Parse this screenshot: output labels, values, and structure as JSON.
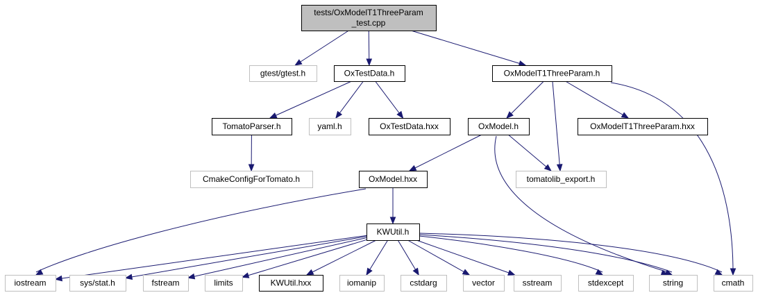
{
  "diagram": {
    "colors": {
      "edge": "#191970",
      "root_fill": "#bfbfbf",
      "root_border": "#000000",
      "local_border": "#000000",
      "external_border": "#bfbfbf",
      "node_fill": "#ffffff"
    },
    "nodes": [
      {
        "id": "root",
        "kind": "root",
        "lines": [
          "tests/OxModelT1ThreeParam",
          "_test.cpp"
        ]
      },
      {
        "id": "gtest",
        "kind": "external",
        "lines": [
          "gtest/gtest.h"
        ]
      },
      {
        "id": "oxtestdata_h",
        "kind": "local",
        "lines": [
          "OxTestData.h"
        ]
      },
      {
        "id": "oxmodelt1_h",
        "kind": "local",
        "lines": [
          "OxModelT1ThreeParam.h"
        ]
      },
      {
        "id": "tomatoparser",
        "kind": "local",
        "lines": [
          "TomatoParser.h"
        ]
      },
      {
        "id": "yaml",
        "kind": "external",
        "lines": [
          "yaml.h"
        ]
      },
      {
        "id": "oxtestdata_hxx",
        "kind": "local",
        "lines": [
          "OxTestData.hxx"
        ]
      },
      {
        "id": "oxmodel_h",
        "kind": "local",
        "lines": [
          "OxModel.h"
        ]
      },
      {
        "id": "oxmodelt1_hxx",
        "kind": "local",
        "lines": [
          "OxModelT1ThreeParam.hxx"
        ]
      },
      {
        "id": "cmakeconfig",
        "kind": "external",
        "lines": [
          "CmakeConfigForTomato.h"
        ]
      },
      {
        "id": "oxmodel_hxx",
        "kind": "local",
        "lines": [
          "OxModel.hxx"
        ]
      },
      {
        "id": "tomatolib",
        "kind": "external",
        "lines": [
          "tomatolib_export.h"
        ]
      },
      {
        "id": "kwutil_h",
        "kind": "local",
        "lines": [
          "KWUtil.h"
        ]
      },
      {
        "id": "iostream",
        "kind": "external",
        "lines": [
          "iostream"
        ]
      },
      {
        "id": "sysstat",
        "kind": "external",
        "lines": [
          "sys/stat.h"
        ]
      },
      {
        "id": "fstream",
        "kind": "external",
        "lines": [
          "fstream"
        ]
      },
      {
        "id": "limits",
        "kind": "external",
        "lines": [
          "limits"
        ]
      },
      {
        "id": "kwutil_hxx",
        "kind": "local",
        "lines": [
          "KWUtil.hxx"
        ]
      },
      {
        "id": "iomanip",
        "kind": "external",
        "lines": [
          "iomanip"
        ]
      },
      {
        "id": "cstdarg",
        "kind": "external",
        "lines": [
          "cstdarg"
        ]
      },
      {
        "id": "vector",
        "kind": "external",
        "lines": [
          "vector"
        ]
      },
      {
        "id": "sstream",
        "kind": "external",
        "lines": [
          "sstream"
        ]
      },
      {
        "id": "stdexcept",
        "kind": "external",
        "lines": [
          "stdexcept"
        ]
      },
      {
        "id": "string",
        "kind": "external",
        "lines": [
          "string"
        ]
      },
      {
        "id": "cmath",
        "kind": "external",
        "lines": [
          "cmath"
        ]
      }
    ],
    "edges": [
      {
        "from": "root",
        "to": "gtest"
      },
      {
        "from": "root",
        "to": "oxtestdata_h"
      },
      {
        "from": "root",
        "to": "oxmodelt1_h"
      },
      {
        "from": "oxtestdata_h",
        "to": "tomatoparser"
      },
      {
        "from": "oxtestdata_h",
        "to": "yaml"
      },
      {
        "from": "oxtestdata_h",
        "to": "oxtestdata_hxx"
      },
      {
        "from": "tomatoparser",
        "to": "cmakeconfig"
      },
      {
        "from": "oxmodelt1_h",
        "to": "oxmodel_h"
      },
      {
        "from": "oxmodelt1_h",
        "to": "tomatolib"
      },
      {
        "from": "oxmodelt1_h",
        "to": "oxmodelt1_hxx"
      },
      {
        "from": "oxmodelt1_h",
        "to": "cmath"
      },
      {
        "from": "oxmodel_h",
        "to": "oxmodel_hxx"
      },
      {
        "from": "oxmodel_h",
        "to": "tomatolib"
      },
      {
        "from": "oxmodel_h",
        "to": "string"
      },
      {
        "from": "oxmodel_hxx",
        "to": "kwutil_h"
      },
      {
        "from": "oxmodel_hxx",
        "to": "iostream"
      },
      {
        "from": "kwutil_h",
        "to": "iostream"
      },
      {
        "from": "kwutil_h",
        "to": "sysstat"
      },
      {
        "from": "kwutil_h",
        "to": "fstream"
      },
      {
        "from": "kwutil_h",
        "to": "limits"
      },
      {
        "from": "kwutil_h",
        "to": "kwutil_hxx"
      },
      {
        "from": "kwutil_h",
        "to": "iomanip"
      },
      {
        "from": "kwutil_h",
        "to": "cstdarg"
      },
      {
        "from": "kwutil_h",
        "to": "vector"
      },
      {
        "from": "kwutil_h",
        "to": "sstream"
      },
      {
        "from": "kwutil_h",
        "to": "stdexcept"
      },
      {
        "from": "kwutil_h",
        "to": "string"
      },
      {
        "from": "kwutil_h",
        "to": "cmath"
      }
    ]
  }
}
